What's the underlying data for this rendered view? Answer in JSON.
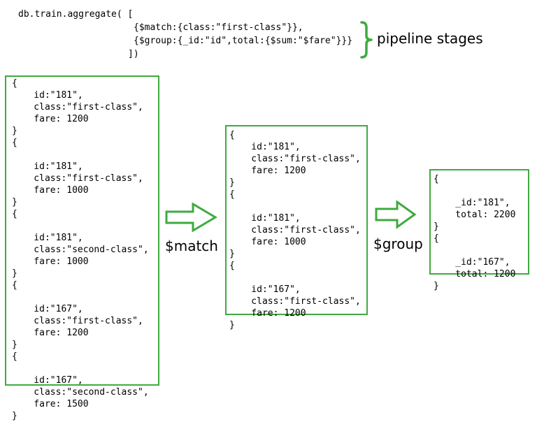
{
  "query": {
    "line1": "db.train.aggregate( [",
    "line2": "{$match:{class:\"first-class\"}},",
    "line3": "{$group:{_id:\"id\",total:{$sum:\"$fare\"}}}",
    "line4": "])"
  },
  "brace_label": "pipeline stages",
  "input_box": [
    "{",
    "    id:\"181\",",
    "    class:\"first-class\",",
    "    fare: 1200",
    "}",
    "{",
    "",
    "    id:\"181\",",
    "    class:\"first-class\",",
    "    fare: 1000",
    "}",
    "{",
    "",
    "    id:\"181\",",
    "    class:\"second-class\",",
    "    fare: 1000",
    "}",
    "{",
    "",
    "    id:\"167\",",
    "    class:\"first-class\",",
    "    fare: 1200",
    "}",
    "{",
    "",
    "    id:\"167\",",
    "    class:\"second-class\",",
    "    fare: 1500",
    "}"
  ],
  "match_box": [
    "{",
    "    id:\"181\",",
    "    class:\"first-class\",",
    "    fare: 1200",
    "}",
    "{",
    "",
    "    id:\"181\",",
    "    class:\"first-class\",",
    "    fare: 1000",
    "}",
    "{",
    "",
    "    id:\"167\",",
    "    class:\"first-class\",",
    "    fare: 1200",
    "}"
  ],
  "group_box": [
    "{",
    "",
    "    _id:\"181\",",
    "    total: 2200",
    "}",
    "{",
    "",
    "    _id:\"167\",",
    "    total: 1200",
    "}"
  ],
  "arrow_labels": {
    "match": "$match",
    "group": "$group"
  },
  "colors": {
    "accent": "#3faa3f"
  }
}
